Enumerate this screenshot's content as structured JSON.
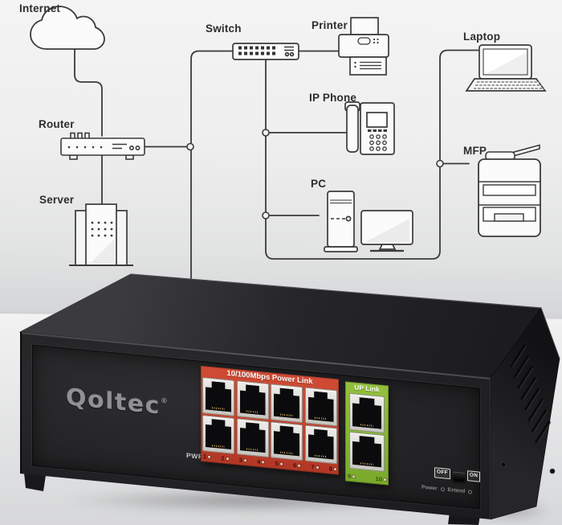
{
  "diagram": {
    "nodes": [
      {
        "label": "Internet",
        "icon": "cloud-icon"
      },
      {
        "label": "Switch",
        "icon": "switch-icon"
      },
      {
        "label": "Printer",
        "icon": "printer-icon"
      },
      {
        "label": "Laptop",
        "icon": "laptop-icon"
      },
      {
        "label": "Router",
        "icon": "router-icon"
      },
      {
        "label": "IP Phone",
        "icon": "ip-phone-icon"
      },
      {
        "label": "MFP",
        "icon": "mfp-icon"
      },
      {
        "label": "Server",
        "icon": "server-icon"
      },
      {
        "label": "PC",
        "icon": "pc-icon"
      }
    ]
  },
  "product": {
    "brand": "Qoltec",
    "brand_mark": "®",
    "pwr_label": "PWR",
    "poe_panel": {
      "title": "10/100Mbps Power Link",
      "port_numbers": [
        "1",
        "2",
        "3",
        "4",
        "5",
        "6",
        "7",
        "8"
      ],
      "color": "#c64531"
    },
    "uplink_panel": {
      "title": "UP Link",
      "port_numbers": [
        "9",
        "10"
      ],
      "color": "#85b531"
    },
    "power_switch": {
      "off_label": "OFF",
      "on_label": "ON"
    },
    "status_labels": {
      "power": "Power",
      "extend": "Extend"
    }
  },
  "colors": {
    "case_black": "#1d1d1f",
    "poe_red": "#c64531",
    "uplink_green": "#85b531",
    "diagram_stroke": "#3b3b3b",
    "background_gray": "#e9eaea"
  }
}
